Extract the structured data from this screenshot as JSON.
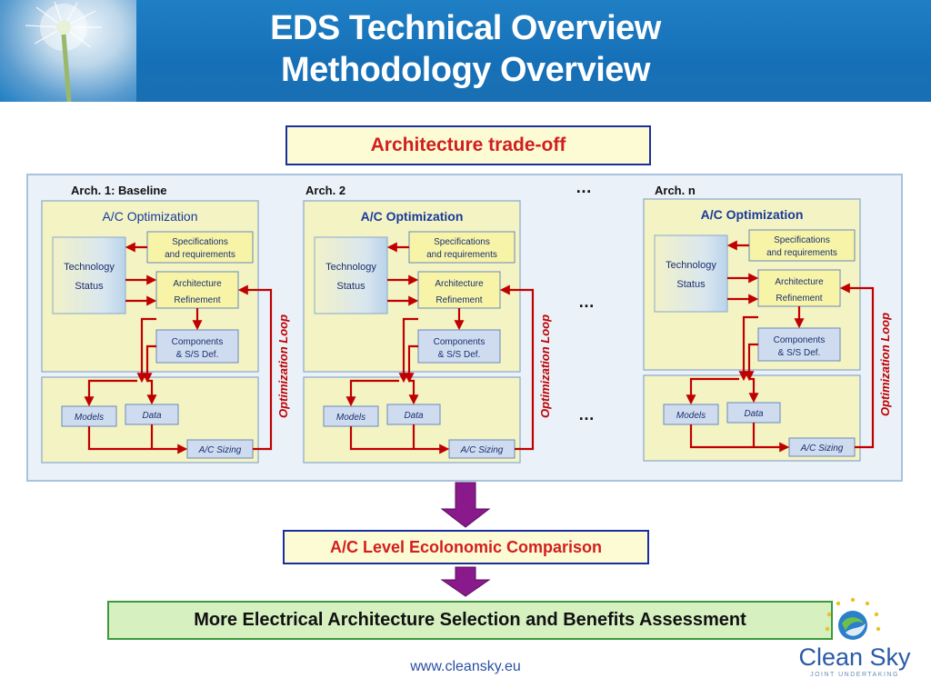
{
  "header": {
    "title_line1": "EDS Technical Overview",
    "title_line2": "Methodology Overview"
  },
  "tradeoff_label": "Architecture trade-off",
  "arch_labels": [
    "Arch. 1: Baseline",
    "Arch. 2",
    "Arch. n"
  ],
  "ellipsis": "…",
  "block": {
    "optimization_title": "A/C Optimization",
    "tech_status_line1": "Technology",
    "tech_status_line2": "Status",
    "specs_line1": "Specifications",
    "specs_line2": "and requirements",
    "arch_ref_line1": "Architecture",
    "arch_ref_line2": "Refinement",
    "components_line1": "Components",
    "components_line2": "& S/S Def.",
    "models": "Models",
    "data": "Data",
    "sizing": "A/C Sizing",
    "loop": "Optimization Loop"
  },
  "comparison_label": "A/C Level Ecolonomic Comparison",
  "conclusion_label": "More Electrical Architecture Selection and Benefits Assessment",
  "footer_url": "www.cleansky.eu",
  "logo": {
    "line1": "Clean Sky",
    "line2": "JOINT UNDERTAKING"
  },
  "colors": {
    "header_blue": "#1a72ba",
    "accent_red": "#c00000",
    "box_navy": "#1a2f9e",
    "block_fill": "#f3f3c4",
    "arrow_purple": "#8a1a8c",
    "conclusion_green": "#3c9a3c"
  }
}
